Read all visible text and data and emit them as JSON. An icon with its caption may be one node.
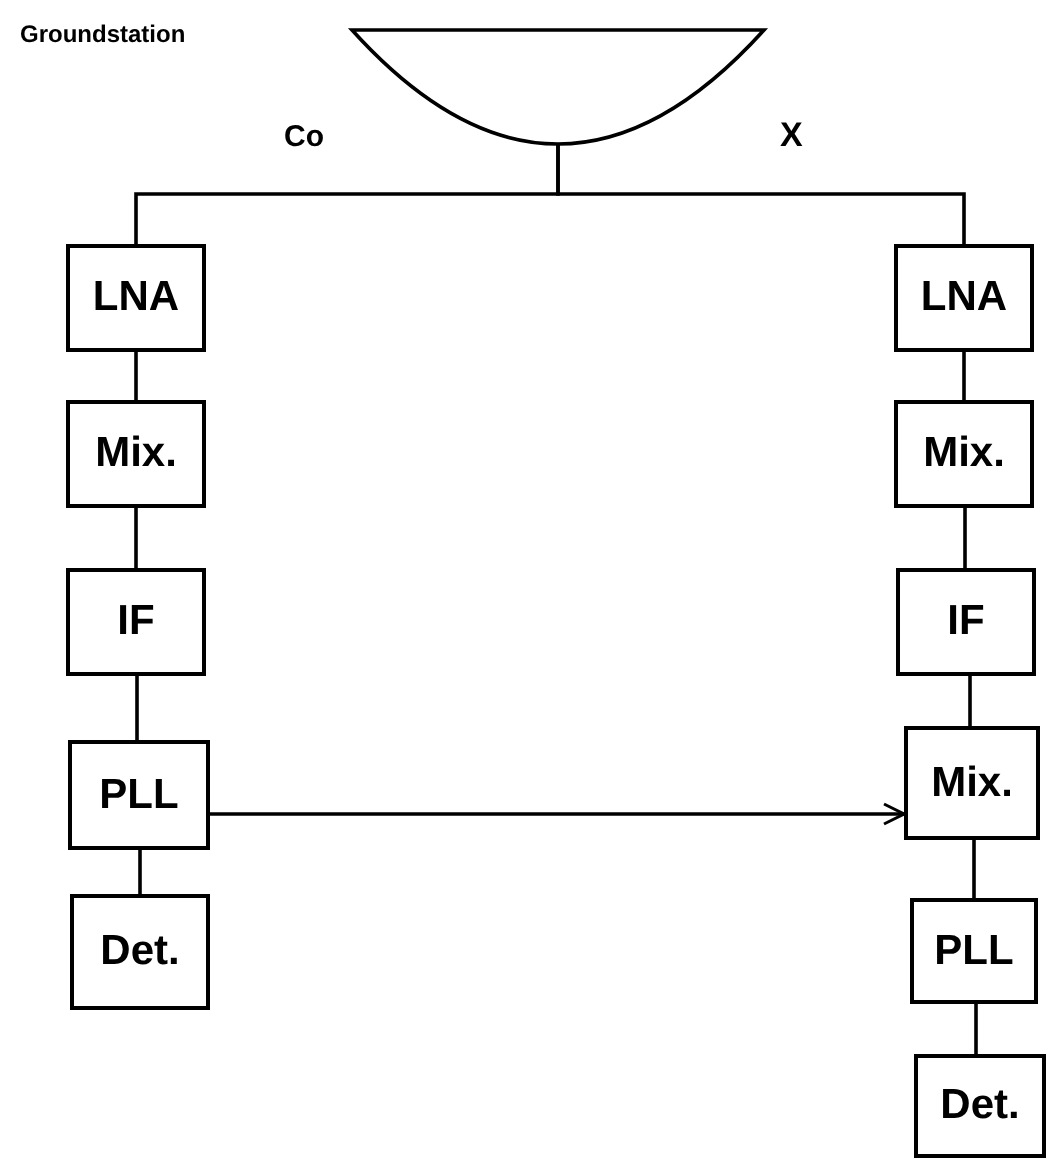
{
  "diagram": {
    "nodes": [
      {
        "text": [],
        "shape": "dish"
      },
      {
        "text": [
          "LNA"
        ]
      },
      {
        "text": [
          "Mix."
        ]
      },
      {
        "text": [
          "IF"
        ]
      },
      {
        "text": [
          "PLL"
        ]
      },
      {
        "text": [
          "Det."
        ]
      },
      {
        "text": [
          "LNA"
        ]
      },
      {
        "text": [
          "Mix."
        ]
      },
      {
        "text": [
          "IF"
        ]
      },
      {
        "text": [
          "Mix."
        ]
      },
      {
        "text": [
          "PLL"
        ]
      },
      {
        "text": [
          "Det."
        ]
      }
    ],
    "edges": [
      {
        "from": 0,
        "to": 1,
        "arrow": "none"
      },
      {
        "from": 0,
        "to": 6,
        "arrow": "none"
      },
      {
        "from": 1,
        "to": 2,
        "arrow": "none"
      },
      {
        "from": 2,
        "to": 3,
        "arrow": "none"
      },
      {
        "from": 3,
        "to": 4,
        "arrow": "none"
      },
      {
        "from": 4,
        "to": 5,
        "arrow": "none"
      },
      {
        "from": 6,
        "to": 7,
        "arrow": "none"
      },
      {
        "from": 7,
        "to": 8,
        "arrow": "none"
      },
      {
        "from": 8,
        "to": 9,
        "arrow": "none"
      },
      {
        "from": 9,
        "to": 10,
        "arrow": "none"
      },
      {
        "from": 10,
        "to": 11,
        "arrow": "none"
      },
      {
        "from": 4,
        "to": 9,
        "arrow": "to"
      }
    ],
    "labels": [
      "Groundstation",
      "Co",
      "X"
    ]
  }
}
